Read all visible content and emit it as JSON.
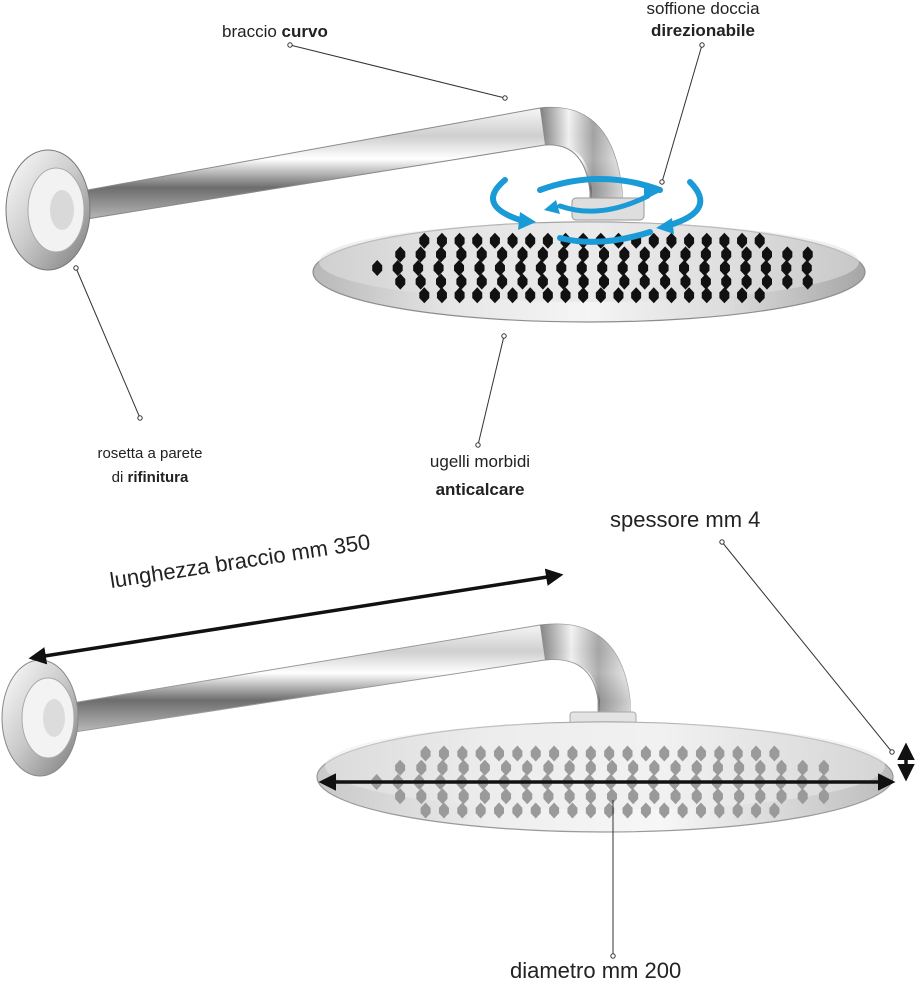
{
  "top": {
    "arm_label": {
      "prefix": "braccio ",
      "bold": "curvo"
    },
    "head_label": {
      "line1": "soffione doccia",
      "bold": "direzionabile"
    },
    "rosette_label": {
      "line1": "rosetta a parete",
      "prefix2": "di ",
      "bold": "rifinitura"
    },
    "nozzles_label": {
      "line1": "ugelli morbidi",
      "bold": "anticalcare"
    }
  },
  "bottom": {
    "arm_length_label": "lunghezza braccio mm 350",
    "thickness_label": "spessore mm 4",
    "diameter_label": "diametro mm 200"
  },
  "colors": {
    "rotation_arrows": "#1a9ad6",
    "nozzle_dark": "#111111",
    "nozzle_light": "#9a9a9a",
    "dimension_arrows": "#111111"
  },
  "icons": {
    "rotation": "rotation-arrows-icon",
    "dimension": "double-arrow-icon"
  }
}
